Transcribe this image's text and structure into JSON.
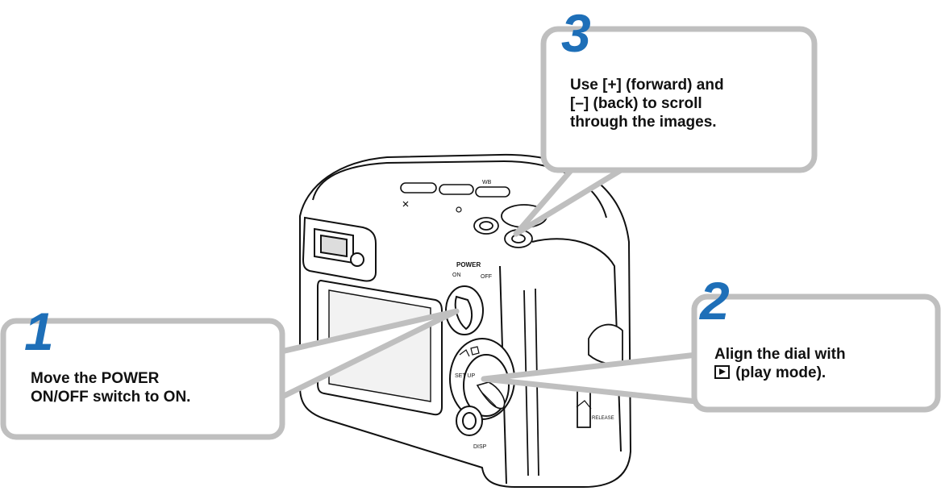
{
  "colors": {
    "accent": "#1e6fb8",
    "callout_border": "#bfbfbf",
    "text": "#111111"
  },
  "camera": {
    "button_labels": [
      "WB"
    ],
    "power_label": "POWER",
    "power_on": "ON",
    "power_off": "OFF",
    "dial_label": "SET UP",
    "disp_label": "DISP",
    "release_label": "RELEASE"
  },
  "steps": [
    {
      "number": "1",
      "lines": [
        "Move the POWER",
        "ON/OFF switch to ON."
      ]
    },
    {
      "number": "2",
      "lines": [
        "Align the dial with",
        "(play mode)."
      ],
      "icon": "play-mode-icon"
    },
    {
      "number": "3",
      "lines": [
        "Use [+] (forward) and",
        "[–] (back) to scroll",
        "through the images."
      ]
    }
  ]
}
